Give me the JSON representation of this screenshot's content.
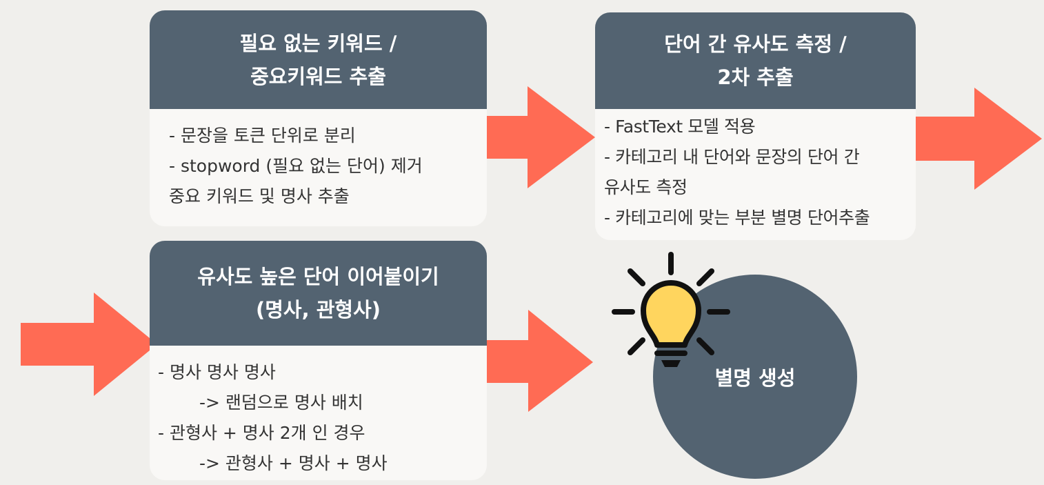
{
  "boxes": {
    "keyword_extraction": {
      "title_lines": [
        "필요 없는 키워드 /",
        "중요키워드 추출"
      ],
      "body_lines": [
        "- 문장을 토큰 단위로 분리",
        "- stopword (필요 없는 단어) 제거",
        "중요 키워드 및 명사 추출"
      ]
    },
    "similarity": {
      "title_lines": [
        "단어 간 유사도 측정 /",
        "2차 추출"
      ],
      "body_lines": [
        "- FastText 모델 적용",
        "- 카테고리 내 단어와 문장의 단어 간",
        "유사도 측정",
        "- 카테고리에 맞는 부분 별명 단어추출"
      ]
    },
    "combine": {
      "title_lines": [
        "유사도 높은 단어 이어붙이기",
        "(명사, 관형사)"
      ],
      "body_lines": [
        "- 명사 명사 명사",
        "-> 랜덤으로 명사 배치",
        "- 관형사 + 명사 2개 인 경우",
        "-> 관형사 + 명사 + 명사"
      ]
    }
  },
  "result": {
    "label": "별명 생성"
  },
  "icons": {
    "result": "lightbulb-icon",
    "connector": "arrow-right-icon"
  },
  "colors": {
    "header": "#536371",
    "card": "#f9f8f6",
    "arrow": "#ff6b54",
    "bulb": "#ffd55e",
    "background": "#f0efec"
  }
}
